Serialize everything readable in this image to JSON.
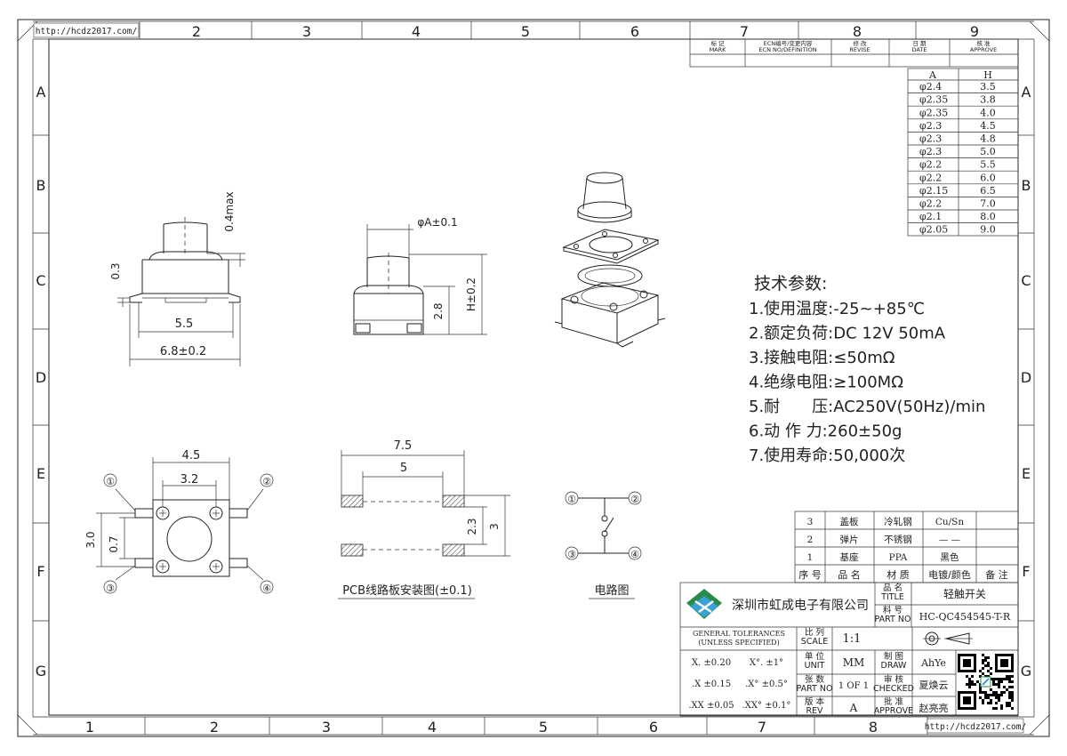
{
  "frame": {
    "url_top_left": "http://hcdz2017.com/",
    "url_bottom_right": "http://hcdz2017.com/",
    "top_columns": [
      "2",
      "3",
      "4",
      "5",
      "6",
      "7",
      "8",
      "9"
    ],
    "bottom_columns": [
      "1",
      "2",
      "3",
      "4",
      "5",
      "6",
      "7",
      "8"
    ],
    "rows": [
      "A",
      "B",
      "C",
      "D",
      "E",
      "F",
      "G"
    ]
  },
  "revision_header": [
    "标 记\nMARK",
    "ECN编号/变更内容\nECN NO/DEFINITION",
    "修 改\nREVISE",
    "日 期\nDATE",
    "核 准\nAPPROVE"
  ],
  "size_table": {
    "headers": [
      "A",
      "H"
    ],
    "rows": [
      [
        "φ2.4",
        "3.5"
      ],
      [
        "φ2.35",
        "3.8"
      ],
      [
        "φ2.35",
        "4.0"
      ],
      [
        "φ2.3",
        "4.5"
      ],
      [
        "φ2.3",
        "4.8"
      ],
      [
        "φ2.3",
        "5.0"
      ],
      [
        "φ2.2",
        "5.5"
      ],
      [
        "φ2.2",
        "6.0"
      ],
      [
        "φ2.15",
        "6.5"
      ],
      [
        "φ2.2",
        "7.0"
      ],
      [
        "φ2.1",
        "8.0"
      ],
      [
        "φ2.05",
        "9.0"
      ]
    ]
  },
  "specs": {
    "title": "技术参数:",
    "items": [
      "1.使用温度:-25~+85℃",
      "2.额定负荷:DC 12V 50mA",
      "3.接触电阻:≤50mΩ",
      "4.绝缘电阻:≥100MΩ",
      "5.耐　　压:AC250V(50Hz)/min",
      "6.动 作 力:260±50g",
      "7.使用寿命:50,000次"
    ]
  },
  "dimensions": {
    "side_view": {
      "top": "0.4max",
      "left": "0.3",
      "inner": "5.5",
      "outer": "6.8±0.2"
    },
    "front_view": {
      "diameter": "φA±0.1",
      "height_total": "H±0.2",
      "height_body": "2.8"
    },
    "top_view": {
      "outer": "4.5",
      "inner": "3.2",
      "v_outer": "3.0",
      "v_inner": "0.7",
      "pins": [
        "①",
        "②",
        "③",
        "④"
      ]
    },
    "pcb": {
      "outer": "7.5",
      "inner": "5",
      "v_outer": "3",
      "v_inner": "2.3",
      "label": "PCB线路板安装图(±0.1)"
    },
    "circuit": {
      "label": "电路图",
      "pins": [
        "①",
        "②",
        "③",
        "④"
      ]
    }
  },
  "bom": {
    "rows": [
      [
        "3",
        "盖板",
        "冷轧钢",
        "Cu/Sn",
        ""
      ],
      [
        "2",
        "弹片",
        "不锈钢",
        "— —",
        ""
      ],
      [
        "1",
        "基座",
        "PPA",
        "黑色",
        ""
      ]
    ],
    "header": [
      "序 号",
      "品 名",
      "材 质",
      "电镀/颜色",
      "备 注"
    ]
  },
  "title_block": {
    "company": "深圳市虹成电子有限公司",
    "title_label": "品 名\nTITLE",
    "title_value": "轻触开关",
    "part_label": "料 号\nPART NO",
    "part_value": "HC-QC454545-T-R",
    "tol_header": "GENERAL TOLERANCES\n(UNLESS SPECIFIED)",
    "tolerances": [
      [
        "X. ±0.20",
        "X°. ±1°"
      ],
      [
        ".X ±0.15",
        ".X° ±0.5°"
      ],
      [
        ".XX ±0.05",
        ".XX° ±0.1°"
      ]
    ],
    "scale_label": "比 列\nSCALE",
    "scale_value": "1:1",
    "unit_label": "单 位\nUNIT",
    "unit_value": "MM",
    "draw_label": "制 图\nDRAW",
    "draw_value": "AhYe",
    "sheet_label": "张 数\nPART NO",
    "sheet_value": "1 OF 1",
    "check_label": "审 核\nCHECKED",
    "check_value": "夏焕云",
    "rev_label": "版 本\nREV",
    "rev_value": "A",
    "approve_label": "批 准\nAPPROVE",
    "approve_value": "赵亮亮"
  }
}
